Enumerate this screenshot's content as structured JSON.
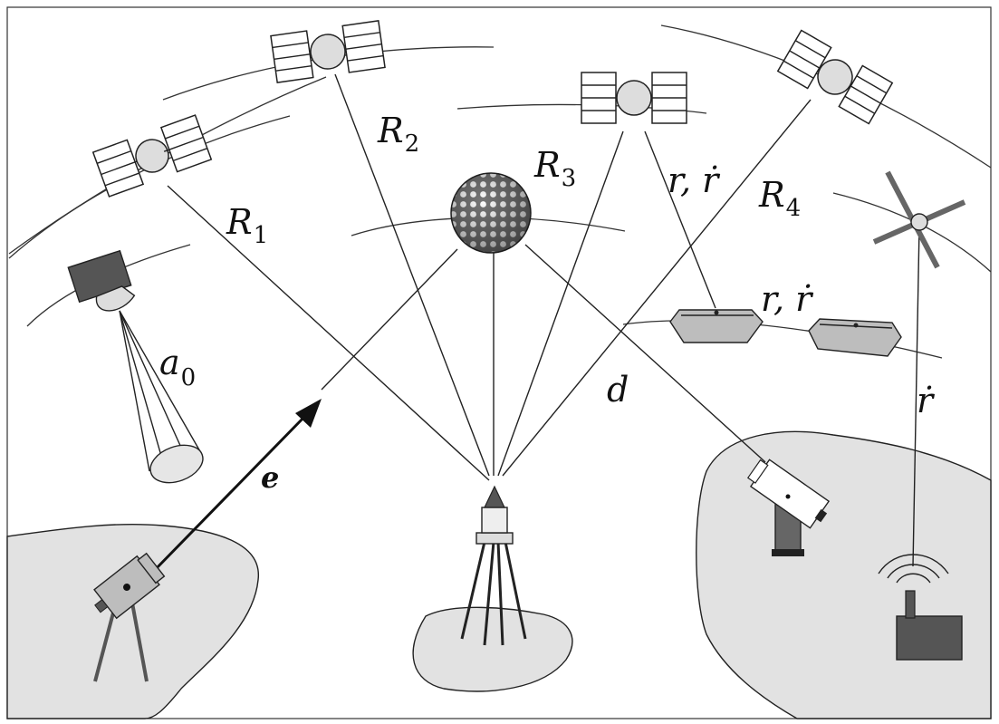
{
  "labels": {
    "R1": "R",
    "R1_sub": "1",
    "R2": "R",
    "R2_sub": "2",
    "R3": "R",
    "R3_sub": "3",
    "R4": "R",
    "R4_sub": "4",
    "rrdot_1": "r, ṙ",
    "rrdot_2": "r, ṙ",
    "a0": "a",
    "a0_sub": "0",
    "d": "d",
    "e": "e",
    "rdot": "ṙ"
  },
  "colors": {
    "land": "#e2e2e2",
    "dark_gray": "#555555",
    "mid_gray": "#bdbdbd",
    "outline": "#222222"
  }
}
